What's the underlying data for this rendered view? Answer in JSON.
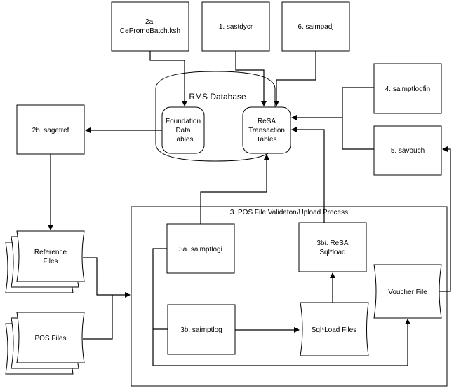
{
  "nodes": {
    "cepromobatch": {
      "line1": "2a.",
      "line2": "CePromoBatch.ksh"
    },
    "sastdycr": {
      "label": "1. sastdycr"
    },
    "saimpadj": {
      "label": "6. saimpadj"
    },
    "saimptlogfin": {
      "label": "4. saimptlogfin"
    },
    "savouch": {
      "label": "5. savouch"
    },
    "sagetref": {
      "label": "2b. sagetref"
    },
    "rms_database": {
      "label": "RMS Database"
    },
    "foundation_tables": {
      "line1": "Foundation",
      "line2": "Data",
      "line3": "Tables"
    },
    "resa_tables": {
      "line1": "ReSA",
      "line2": "Transaction",
      "line3": "Tables"
    },
    "pos_process": {
      "label": "3. POS File Validaton/Upload Process"
    },
    "saimptlogi": {
      "label": "3a. saimptlogi"
    },
    "resa_sqlload": {
      "line1": "3bi. ReSA",
      "line2": "Sql*load"
    },
    "saimptlog": {
      "label": "3b. saimptlog"
    },
    "sqlload_files": {
      "label": "Sql*Load Files"
    },
    "voucher_file": {
      "label": "Voucher File"
    },
    "reference_files": {
      "line1": "Reference",
      "line2": "Files"
    },
    "pos_files": {
      "label": "POS Files"
    }
  }
}
